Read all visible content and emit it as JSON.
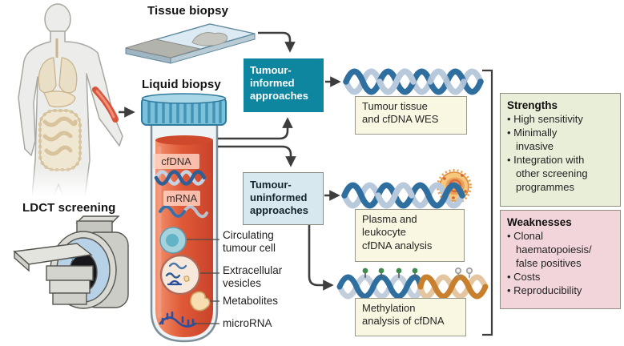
{
  "title_labels": {
    "tissue_biopsy": "Tissue biopsy",
    "liquid_biopsy": "Liquid biopsy",
    "ldct_screening": "LDCT screening"
  },
  "approaches": {
    "informed": "Tumour-\ninformed\napproaches",
    "uninformed": "Tumour-\nuninformed\napproaches"
  },
  "tube": {
    "cfdna": "cfDNA",
    "mrna": "mRNA",
    "circulating_tumour_cell": "Circulating\ntumour cell",
    "extracellular_vesicles": "Extracellular\nvesicles",
    "metabolites": "Metabolites",
    "microrna": "microRNA"
  },
  "outputs": {
    "wes": "Tumour tissue\nand cfDNA WES",
    "plasma": "Plasma and\nleukocyte\ncfDNA analysis",
    "methylation": "Methylation\nanalysis of cfDNA"
  },
  "strengths": {
    "title": "Strengths",
    "items": [
      "High sensitivity",
      "Minimally\ninvasive",
      "Integration with\nother screening\nprogrammes"
    ]
  },
  "weaknesses": {
    "title": "Weaknesses",
    "items": [
      "Clonal\nhaematopoiesis/\nfalse positives",
      "Costs",
      "Reproducibility"
    ]
  },
  "colors": {
    "informed_box_bg": "#0e86a0",
    "uninformed_box_bg": "#d8e8ef",
    "output_box_bg": "#f9f6e1",
    "strengths_bg": "#e9eed9",
    "weaknesses_bg": "#f2d5da",
    "arrow": "#3d3d3d",
    "dna_dark_blue": "#2f6f9f",
    "dna_light_blue": "#b9c9dc",
    "methylation_orange": "#c87f2e",
    "methyl_pin_green": "#3f8b4e",
    "tube_liquid_red": "#e05a38",
    "tube_cap_blue": "#6db5d4"
  }
}
